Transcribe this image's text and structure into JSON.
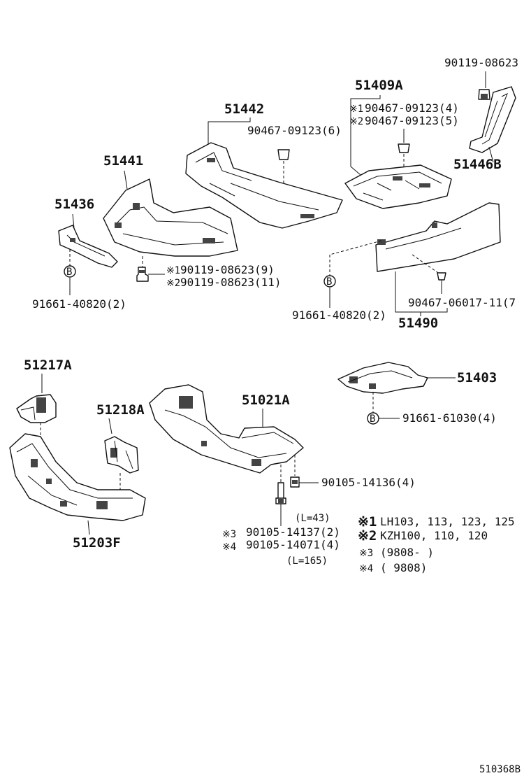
{
  "labels": {
    "p90119_08623_top": "90119-08623",
    "p51409A": "51409A",
    "p51442": "51442",
    "p90467_09123_6": "90467-09123(6)",
    "p90467_09123_4": "90467-09123(4)",
    "p90467_09123_5": "90467-09123(5)",
    "p51446B": "51446B",
    "p51441": "51441",
    "p51436": "51436",
    "p90119_08623_9": "90119-08623(9)",
    "p90119_08623_11": "90119-08623(11)",
    "p91661_40820_left": "91661-40820(2)",
    "p91661_40820_mid": "91661-40820(2)",
    "p90467_06017": "90467-06017-11(7",
    "p51490": "51490",
    "p51217A": "51217A",
    "p51218A": "51218A",
    "p51021A": "51021A",
    "p51403": "51403",
    "p91661_61030": "91661-61030(4)",
    "p90105_14136": "90105-14136(4)",
    "p51203F": "51203F",
    "l43": "(L=43)",
    "p90105_14137": "90105-14137(2)",
    "p90105_14071": "90105-14071(4)",
    "l165": "(L=165)",
    "diagram_code": "510368B"
  },
  "marks": {
    "note1": "※1",
    "note2": "※2",
    "note3": "※3",
    "note4": "※4",
    "b_circle": "B"
  },
  "notes": {
    "n1_text": "LH103, 113, 123, 125",
    "n2_text": "KZH100, 110, 120",
    "n3_text": "(9808-      )",
    "n4_text": "(       9808)"
  }
}
